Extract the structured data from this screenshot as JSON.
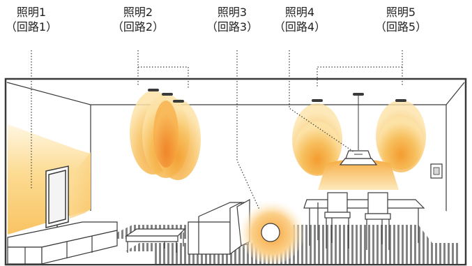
{
  "colors": {
    "light_core": "#f07a1f",
    "light_mid": "#f5a437",
    "light_outer": "#fbd88f",
    "line": "#3a3a3a",
    "floor_stripe": "#6d6d6d"
  },
  "lights": [
    {
      "name": "照明1",
      "circuit": "（回路1）"
    },
    {
      "name": "照明2",
      "circuit": "（回路2）"
    },
    {
      "name": "照明3",
      "circuit": "（回路3）"
    },
    {
      "name": "照明4",
      "circuit": "（回路4）"
    },
    {
      "name": "照明5",
      "circuit": "（回路5）"
    }
  ],
  "icons": [
    "tv-icon",
    "sofa-icon",
    "coffee-table-icon",
    "floor-lamp-icon",
    "dining-table-icon",
    "dining-chair-icon",
    "pendant-lamp-icon",
    "downlight-icon",
    "wall-switch-icon"
  ]
}
